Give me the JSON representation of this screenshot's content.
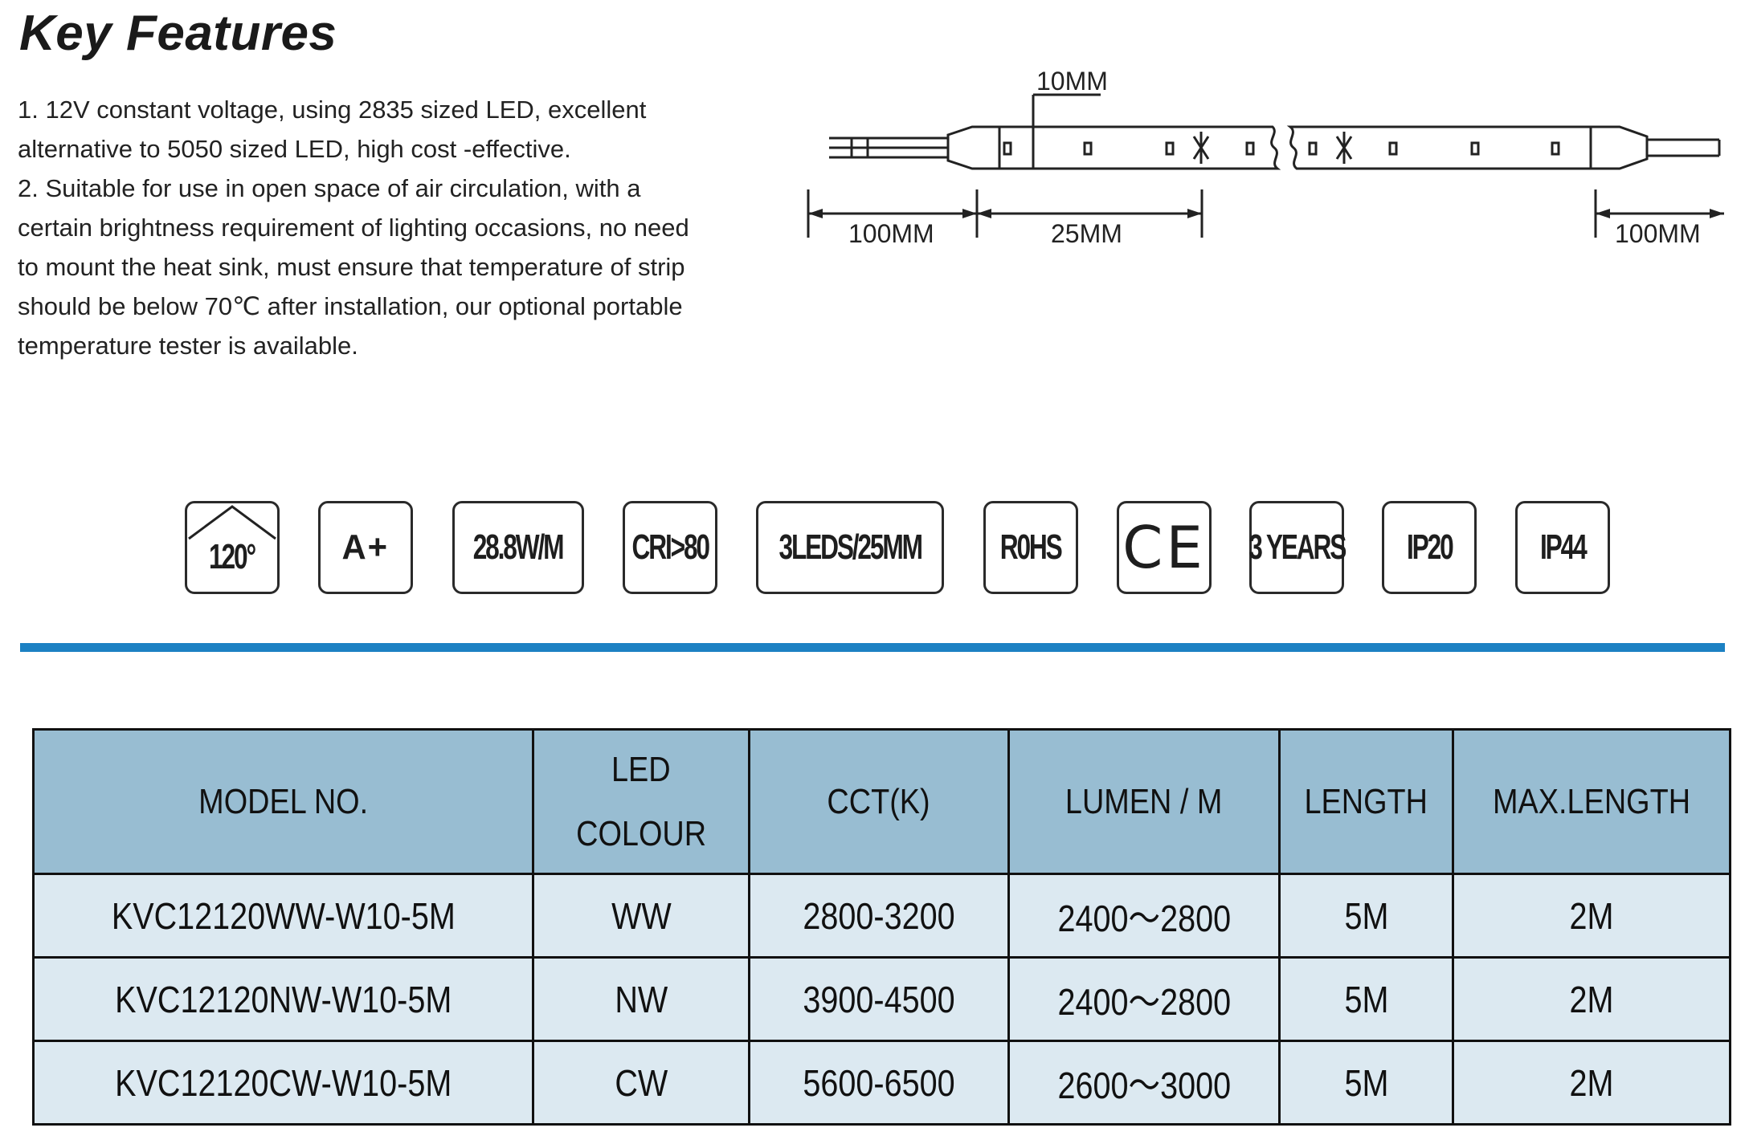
{
  "heading": "Key Features",
  "features": [
    "1. 12V constant voltage, using 2835 sized LED, excellent alternative to 5050 sized LED, high cost -effective.",
    "2. Suitable for use in open space of air circulation, with a certain brightness requirement of lighting occasions, no need to mount the heat sink, must ensure that temperature of strip should be below 70℃ after installation, our optional portable temperature tester is available."
  ],
  "diagram": {
    "pitch": "10MM",
    "lead_left": "100MM",
    "cut_length": "25MM",
    "lead_right": "100MM"
  },
  "badges": [
    {
      "label": "120°",
      "icon": "beam-angle-icon"
    },
    {
      "label": "A+"
    },
    {
      "label": "28.8W/M"
    },
    {
      "label": "CRI>80"
    },
    {
      "label": "3LEDS/25MM"
    },
    {
      "label": "R0HS"
    },
    {
      "label": "CE",
      "icon": "ce-mark-icon"
    },
    {
      "label": "3 YEARS"
    },
    {
      "label": "IP20"
    },
    {
      "label": "IP44"
    }
  ],
  "colors": {
    "rule": "#1c81c3",
    "header_bg": "#98bdd2",
    "row_bg": "#dce9f1"
  },
  "table": {
    "headers": [
      "MODEL NO.",
      "LED",
      "COLOUR",
      "CCT(K)",
      "LUMEN / M",
      "LENGTH",
      "MAX.LENGTH"
    ],
    "rows": [
      [
        "KVC12120WW-W10-5M",
        "WW",
        "2800-3200",
        "2400～2800",
        "5M",
        "2M"
      ],
      [
        "KVC12120NW-W10-5M",
        "NW",
        "3900-4500",
        "2400～2800",
        "5M",
        "2M"
      ],
      [
        "KVC12120CW-W10-5M",
        "CW",
        "5600-6500",
        "2600～3000",
        "5M",
        "2M"
      ]
    ]
  }
}
